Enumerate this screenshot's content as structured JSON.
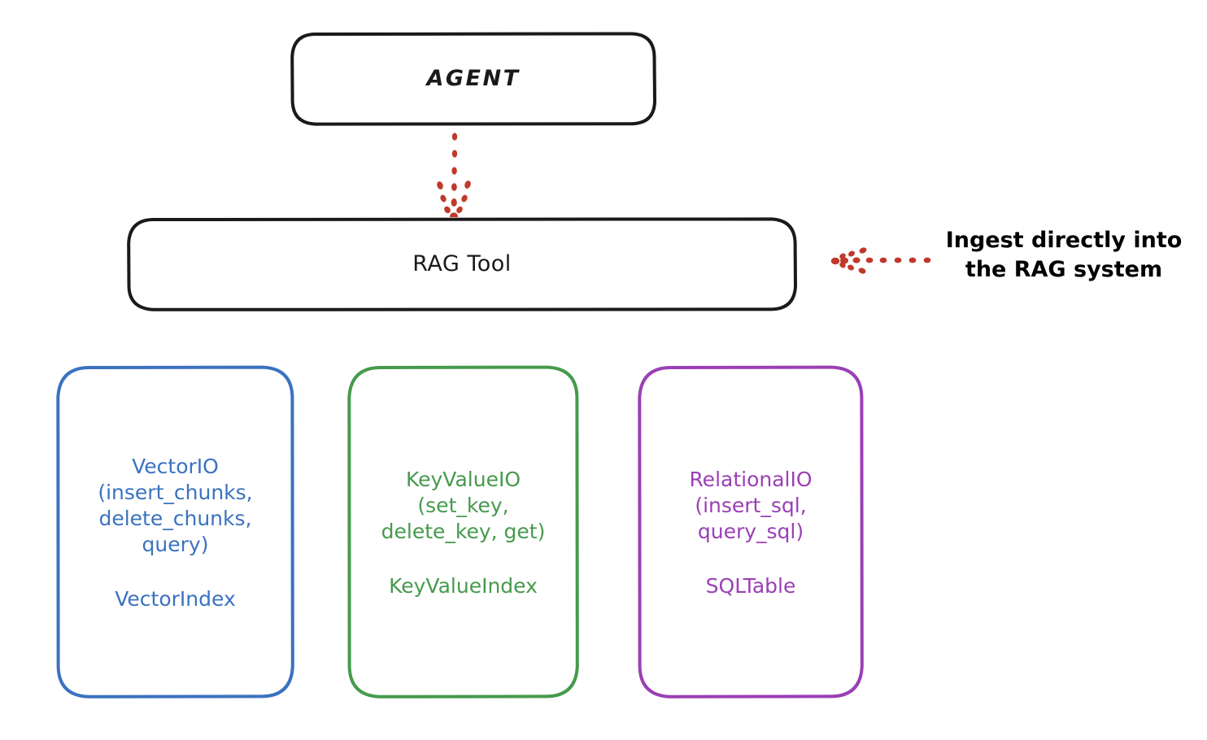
{
  "diagram": {
    "title_node": {
      "label": "AGENT"
    },
    "tool_node": {
      "label": "RAG Tool"
    },
    "stores": [
      {
        "name": "vectorio",
        "label": "VectorIO\n(insert_chunks,\ndelete_chunks,\nquery)",
        "secondary_label": "VectorIndex",
        "color": "#3b72c0"
      },
      {
        "name": "keyvalueio",
        "label": "KeyValueIO\n(set_key,\ndelete_key, get)",
        "secondary_label": "KeyValueIndex",
        "color": "#469a4d"
      },
      {
        "name": "relationalio",
        "label": "RelationalIO\n(insert_sql,\nquery_sql)",
        "secondary_label": "SQLTable",
        "color": "#9b3fb5"
      }
    ],
    "annotation": {
      "text": "Ingest directly into\nthe RAG system",
      "color": "#c0392b"
    },
    "colors": {
      "outline": "#1a1a1a",
      "background": "#ffffff",
      "accent_red": "#c0392b"
    },
    "connectors": [
      {
        "name": "agent-to-rag-tool",
        "style": "dotted-arrow",
        "direction": "down",
        "color": "#c0392b"
      },
      {
        "name": "ingest-into-rag-tool",
        "style": "dotted-arrow",
        "direction": "left",
        "color": "#c0392b"
      }
    ]
  }
}
